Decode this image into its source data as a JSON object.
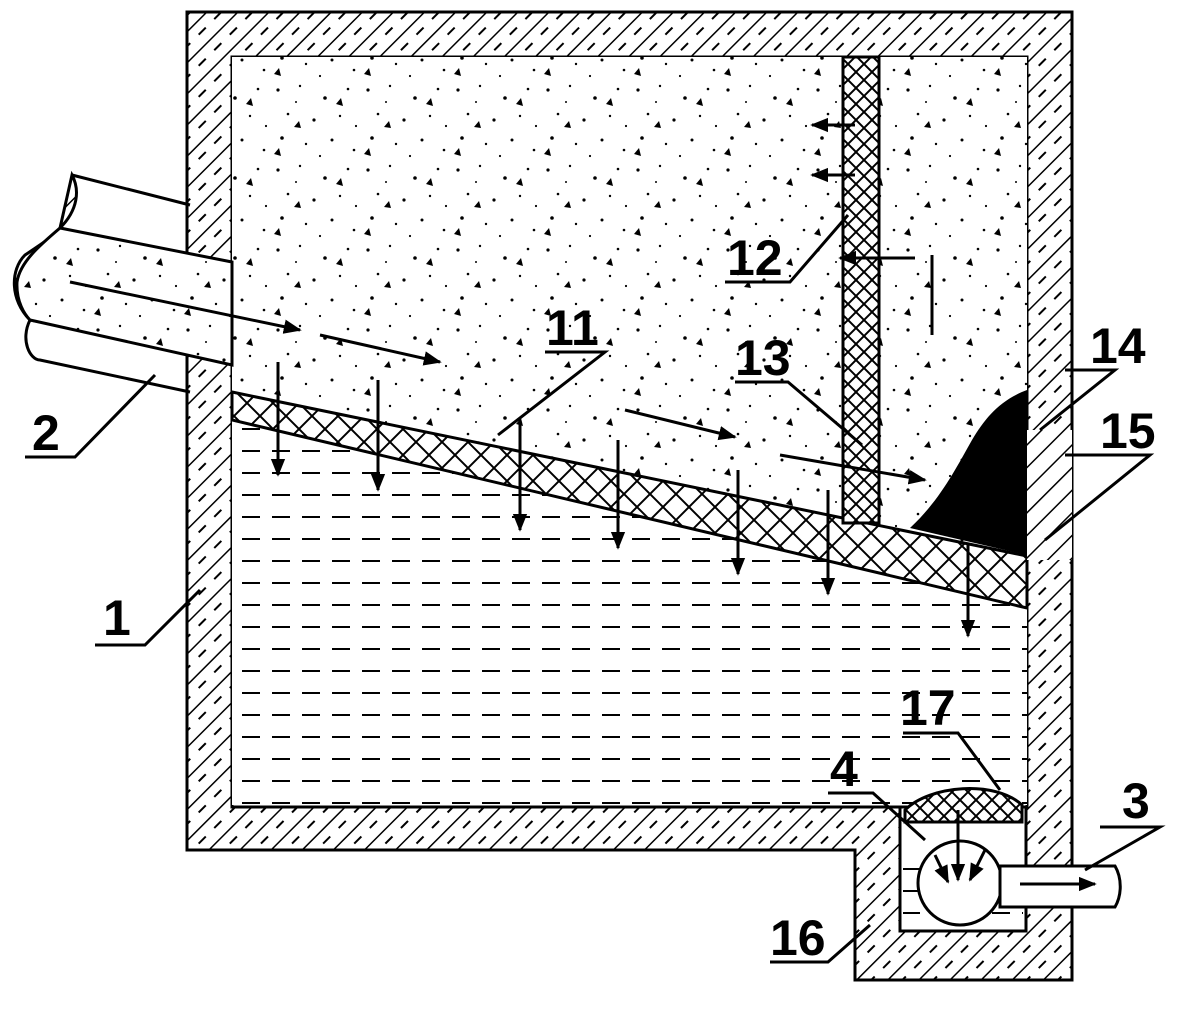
{
  "labels": {
    "l1": "1",
    "l2": "2",
    "l3": "3",
    "l4": "4",
    "l11": "11",
    "l12": "12",
    "l13": "13",
    "l14": "14",
    "l15": "15",
    "l16": "16",
    "l17": "17"
  },
  "colors": {
    "ink": "#000000",
    "paper": "#ffffff",
    "hatch": "#000000"
  }
}
